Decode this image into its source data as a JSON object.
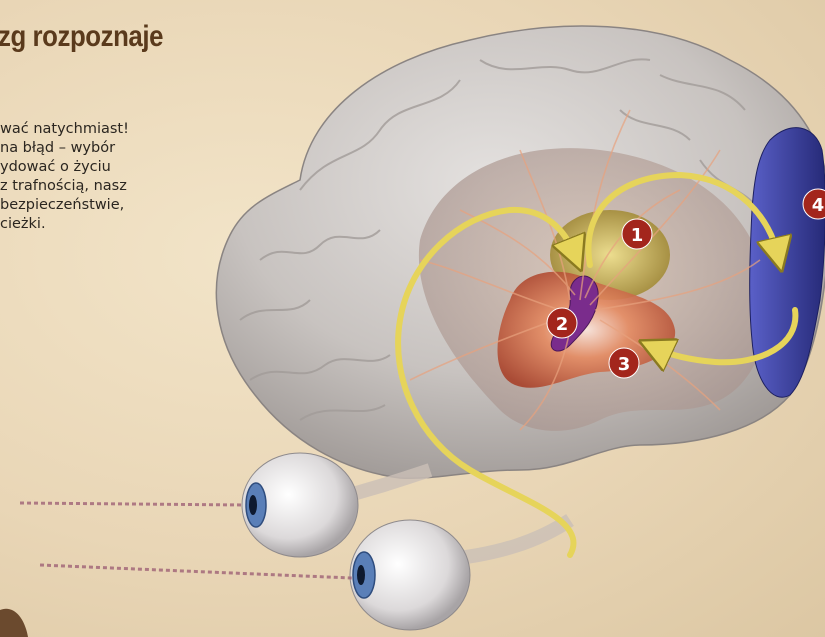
{
  "article": {
    "heading": "zg rozpoznaje",
    "intro_lines": [
      "wać natychmiast!",
      "na błąd – wybór",
      "ydować o życiu",
      "z trafnością, nasz",
      "bezpieczeństwie,",
      "cieżki."
    ]
  },
  "diagram": {
    "markers": [
      {
        "label": "1"
      },
      {
        "label": "2"
      },
      {
        "label": "3"
      },
      {
        "label": "4"
      }
    ],
    "colors": {
      "pathway_arrow": "#e6d45a",
      "marker": "#a3261c",
      "visual_cortex": "#3a3f9a",
      "amygdala": "#7a2c8c",
      "thalamus": "#c9b24a",
      "brain": "#c9c5c2",
      "optic_signal": "#9a5a72"
    },
    "icons": [
      "brain-illustration",
      "eyeball-icon",
      "arrow-icon"
    ]
  }
}
